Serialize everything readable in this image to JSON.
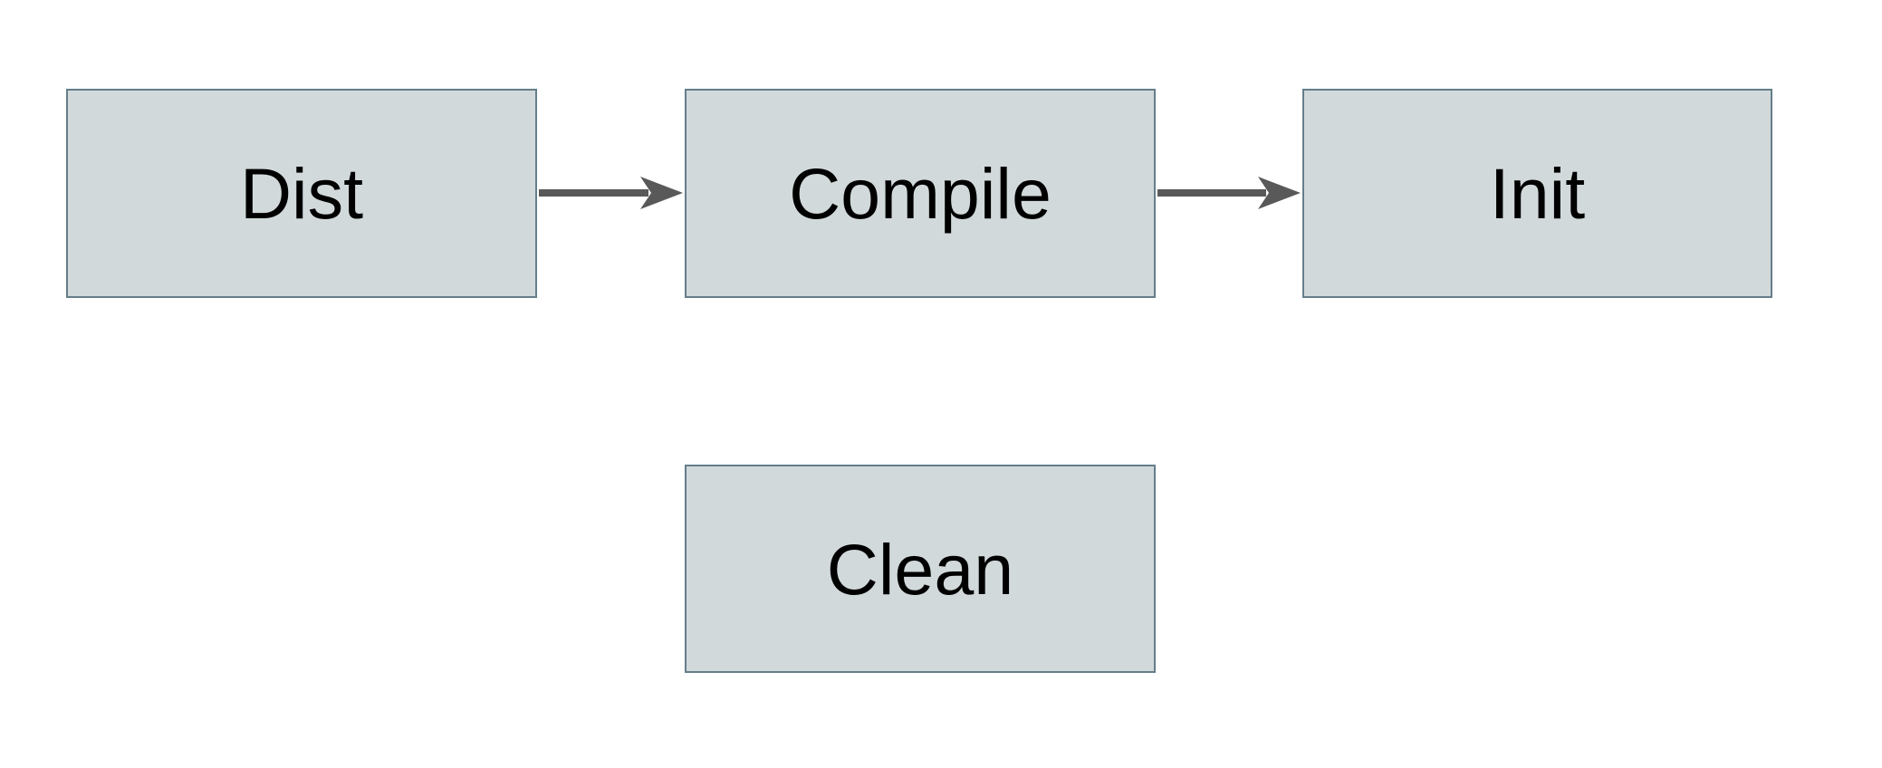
{
  "diagram": {
    "type": "flowchart",
    "nodes": [
      {
        "id": "dist",
        "label": "Dist"
      },
      {
        "id": "compile",
        "label": "Compile"
      },
      {
        "id": "init",
        "label": "Init"
      },
      {
        "id": "clean",
        "label": "Clean"
      }
    ],
    "edges": [
      {
        "from": "dist",
        "to": "compile"
      },
      {
        "from": "compile",
        "to": "init"
      }
    ]
  },
  "colors": {
    "box_fill": "#d2d9db",
    "box_border": "#657e8a",
    "arrow": "#595959",
    "label_text": "#000000",
    "background": "#ffffff"
  }
}
